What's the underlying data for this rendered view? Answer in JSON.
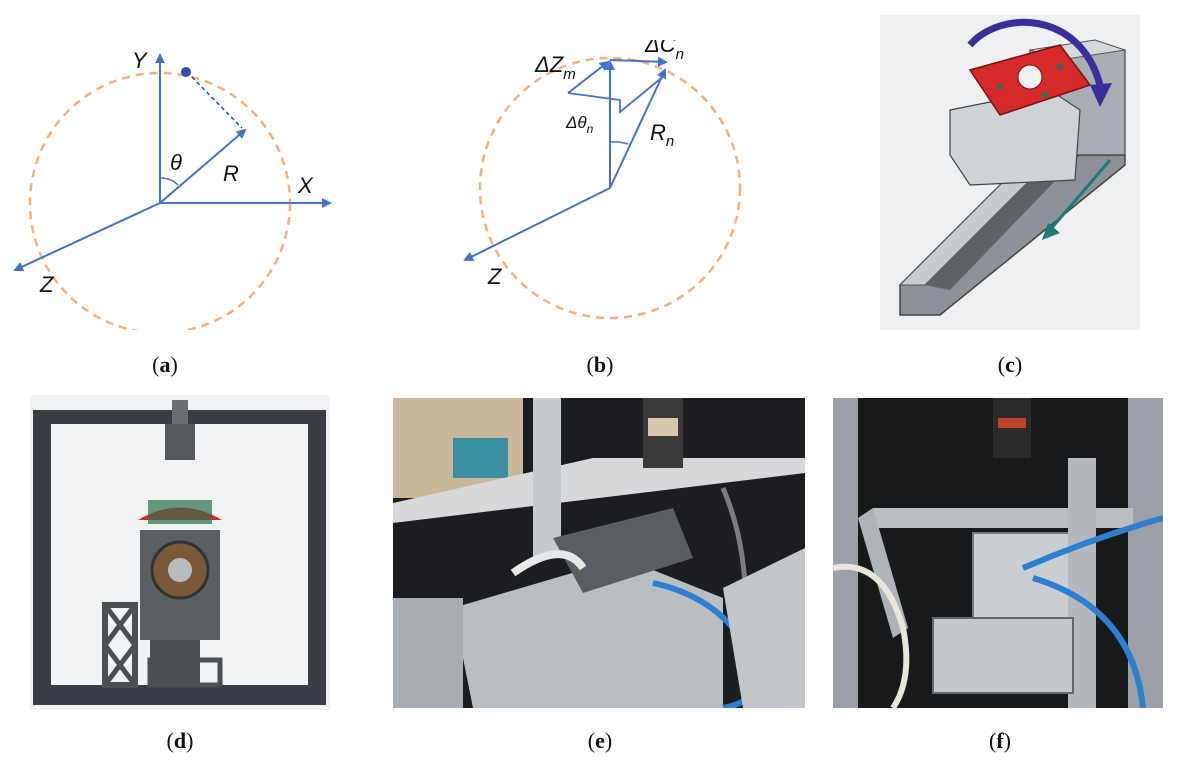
{
  "panels": {
    "a": {
      "caption": {
        "open": "(",
        "letter": "a",
        "close": ")"
      },
      "labels": {
        "y": "Y",
        "x": "X",
        "z": "Z",
        "theta": "θ",
        "r": "R"
      }
    },
    "b": {
      "caption": {
        "open": "(",
        "letter": "b",
        "close": ")"
      },
      "labels": {
        "dz": "ΔZ",
        "dz_sub": "m",
        "dc": "ΔC",
        "dc_sub": "n",
        "dtheta": "Δθ",
        "dtheta_sub": "n",
        "r": "R",
        "r_sub": "n",
        "z": "Z"
      }
    },
    "c": {
      "caption": {
        "open": "(",
        "letter": "c",
        "close": ")"
      }
    },
    "d": {
      "caption": {
        "open": "(",
        "letter": "d",
        "close": ")"
      }
    },
    "e": {
      "caption": {
        "open": "(",
        "letter": "e",
        "close": ")"
      }
    },
    "f": {
      "caption": {
        "open": "(",
        "letter": "f",
        "close": ")"
      }
    }
  },
  "colors": {
    "axis_blue": "#4472c4",
    "circle_orange": "#f4b183",
    "part_red": "#d42a2a",
    "rotate_arrow": "#3a2f9a",
    "slide_arrow": "#1f7a7a",
    "frame_dark": "#3a3e44",
    "aluminum": "#bfc4c9"
  }
}
